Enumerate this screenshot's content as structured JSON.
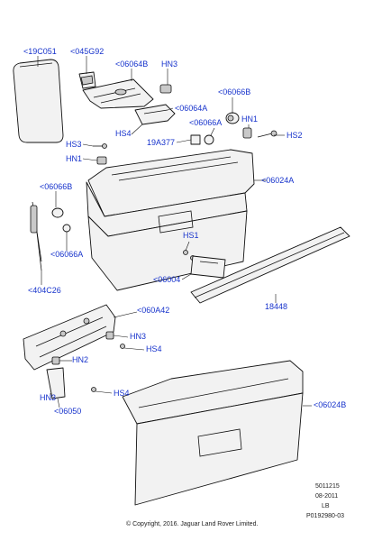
{
  "callouts": {
    "c19C051": "<19C051",
    "c045G92": "<045G92",
    "c06064B": "<06064B",
    "hn3_top": "HN3",
    "c06064A": "<06064A",
    "c06066B_top": "<06066B",
    "hn1_right": "HN1",
    "c06066A_top": "<06066A",
    "hs2": "HS2",
    "hs4_top": "HS4",
    "c19A377": "19A377",
    "hs3": "HS3",
    "hn1_left": "HN1",
    "c06024A": "<06024A",
    "c06066B_left": "<06066B",
    "c06066A_left": "<06066A",
    "hs1": "HS1",
    "c404C26": "<404C26",
    "c06004": "<06004",
    "n18448": "18448",
    "c060A42": "<060A42",
    "hn3_mid": "HN3",
    "hs4_mid": "HS4",
    "hn2": "HN2",
    "hs4_low": "HS4",
    "hn3_low": "HN3",
    "c06050": "<06050",
    "c06024B": "<06024B"
  },
  "footer": {
    "code": "5011215",
    "date": "08-2011",
    "lb": "LB",
    "ref": "P0192980-03",
    "copyright": "© Copyright, 2016. Jaguar Land Rover Limited."
  }
}
